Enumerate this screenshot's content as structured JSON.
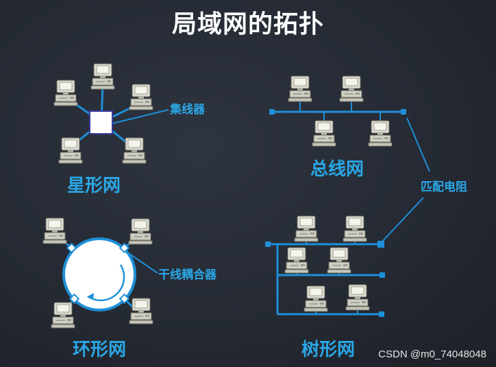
{
  "title": "局域网的拓扑",
  "star": {
    "name": "星形网",
    "hub_label": "集线器"
  },
  "bus": {
    "name": "总线网",
    "terminator_label": "匹配电阻"
  },
  "ring": {
    "name": "环形网",
    "coupler_label": "干线耦合器"
  },
  "tree": {
    "name": "树形网"
  },
  "watermark": "CSDN @m0_74048048",
  "colors": {
    "line": "#1e90d8",
    "label": "#2aa7e6",
    "background": "#262b34"
  }
}
